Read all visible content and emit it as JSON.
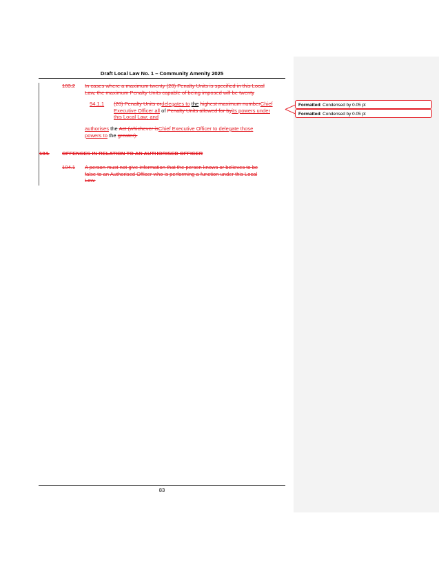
{
  "header": {
    "title": "Draft Local Law No. 1 – Community Amenity 2025"
  },
  "clause_103_2": {
    "number": "103.2",
    "line1": "In cases where a maximum twenty (20) Penalty Units is specified in this Local",
    "line2": "Law, the maximum Penalty Units capable of being imposed will be twenty"
  },
  "clause_94_1_1": {
    "number": "94.1.1",
    "l1_del1": "(20) Penalty Units or",
    "l1_ins1": "delegates to",
    "l1_ins_the": "the",
    "l1_del2": "highest maximum number",
    "l1_ins2": "Chief",
    "l2_ins1": "Executive Officer all",
    "l2_plain": "of",
    "l2_del": "Penalty Units allowed for by",
    "l2_ins2": "its powers under",
    "l3_ins": "this Local Law; and"
  },
  "authorises": {
    "l1_ins1": "authorises",
    "l1_plain1": "the",
    "l1_del": "Act (whichever is",
    "l1_ins2": "Chief Executive Officer to delegate those",
    "l2_ins": "powers to",
    "l2_plain": "the",
    "l2_del": "greater)."
  },
  "section_104": {
    "number": "104.",
    "title": "OFFENCES IN RELATION TO AN AUTHORISED OFFICER"
  },
  "clause_104_1": {
    "number": "104.1",
    "line1": "A person must not give information that the person knows or believes to be",
    "line2": "false to an Authorised Officer who is performing a function under this Local",
    "line3": "Law."
  },
  "balloons": [
    {
      "label": "Formatted:",
      "text": "Condensed by  0.05 pt"
    },
    {
      "label": "Formatted:",
      "text": "Condensed by  0.05 pt"
    }
  ],
  "footer": {
    "page_number": "83"
  },
  "colors": {
    "revision": "#e31b23",
    "markup_pane": "#f3f3f3"
  }
}
